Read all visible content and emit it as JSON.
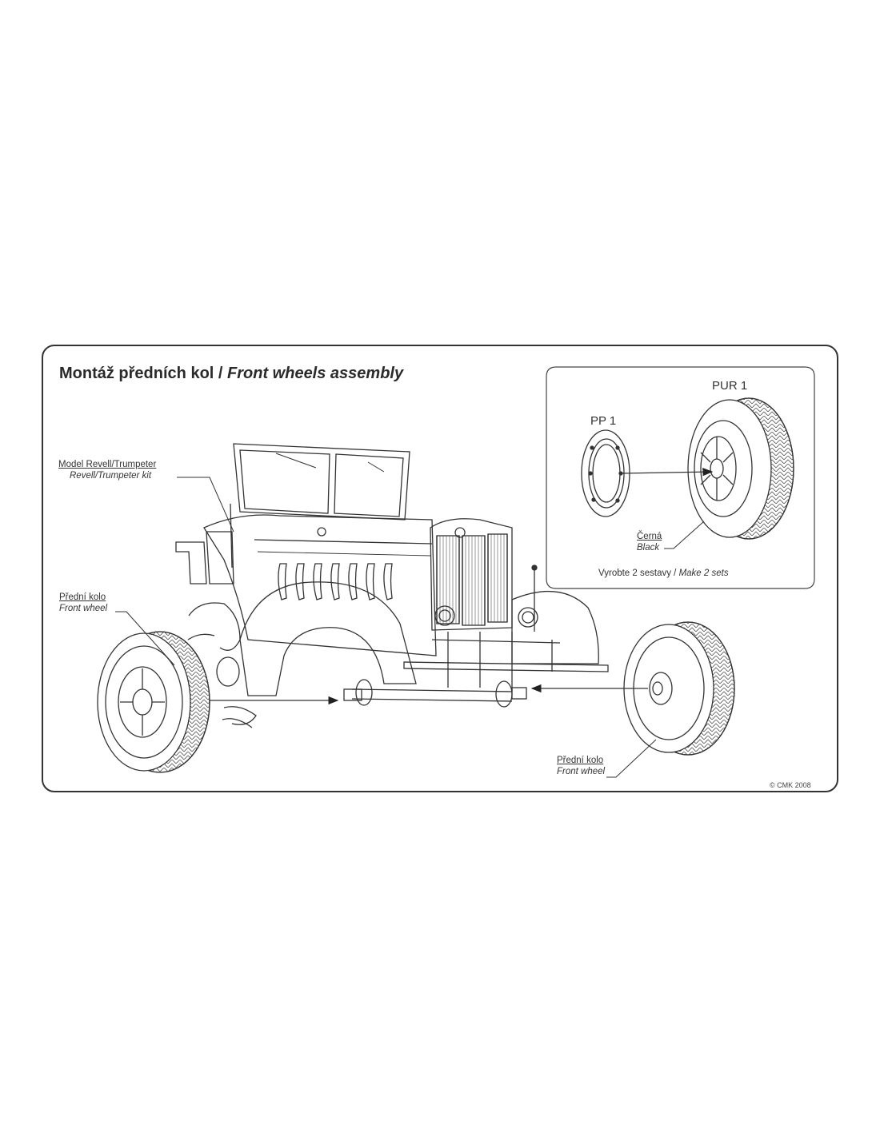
{
  "title": {
    "cz": "Montáž předních kol",
    "separator": " / ",
    "en": "Front wheels assembly"
  },
  "labels": {
    "model": {
      "cz": "Model Revell/Trumpeter",
      "en": "Revell/Trumpeter kit"
    },
    "front_wheel_left": {
      "cz": "Přední kolo",
      "en": "Front wheel"
    },
    "front_wheel_right": {
      "cz": "Přední kolo",
      "en": "Front wheel"
    },
    "color_note": {
      "cz": "Černá",
      "en": "Black"
    }
  },
  "parts": {
    "hub": "PP 1",
    "wheel": "PUR 1"
  },
  "instruction": {
    "cz": "Vyrobte 2 sestavy",
    "separator": " / ",
    "en": "Make 2 sets"
  },
  "copyright": "© CMK 2008",
  "colors": {
    "line": "#333333",
    "background": "#ffffff"
  }
}
